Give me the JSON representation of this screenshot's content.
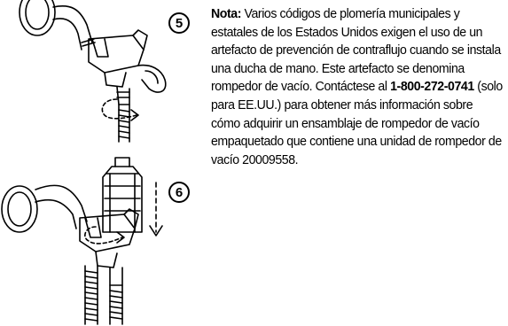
{
  "steps": {
    "step5": "5",
    "step6": "6"
  },
  "note": {
    "label": "Nota:",
    "text_before_phone": "Varios códigos de plomería municipales y estatales de los Estados Unidos exigen el uso de un artefacto de prevención de contraflujo cuando se instala una ducha de mano. Este artefacto se denomina rompedor de vacío. Contáctese al",
    "phone": "1-800-272-0741",
    "text_after_phone": "(solo para EE.UU.) para obtener más información sobre cómo adquirir un ensamblaje de rompedor de vacío empaquetado que contiene una unidad de rompedor de vacío 20009558."
  }
}
